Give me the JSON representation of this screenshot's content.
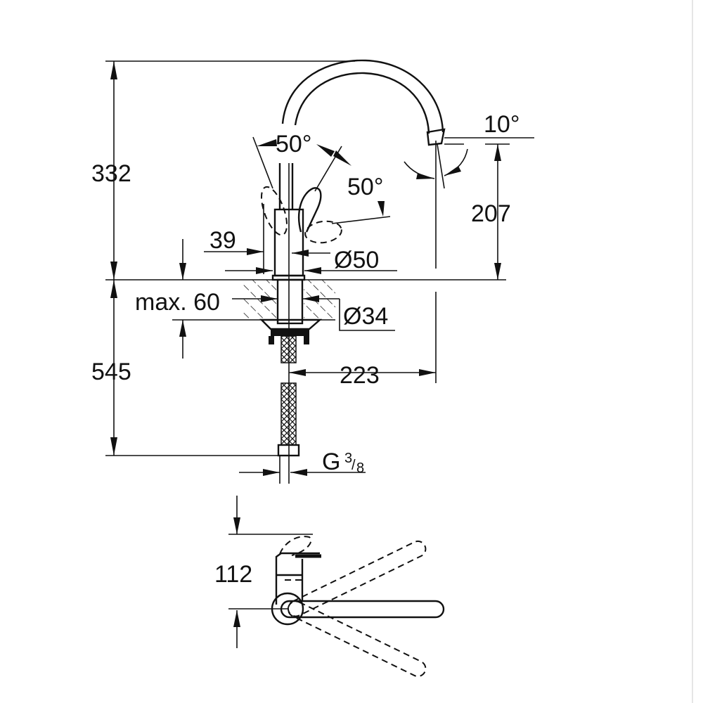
{
  "drawing": {
    "dimensions": {
      "total_height_above": "332",
      "spout_height": "207",
      "spout_angle": "10°",
      "lever_angle_top": "50°",
      "lever_angle_side": "50°",
      "lever_offset": "39",
      "body_diameter": "Ø50",
      "counter_thickness": "max. 60",
      "hole_diameter": "Ø34",
      "below_counter": "545",
      "spout_reach": "223",
      "connection_main": "G",
      "connection_num": "3",
      "connection_den": "8",
      "top_view_height": "112"
    }
  }
}
